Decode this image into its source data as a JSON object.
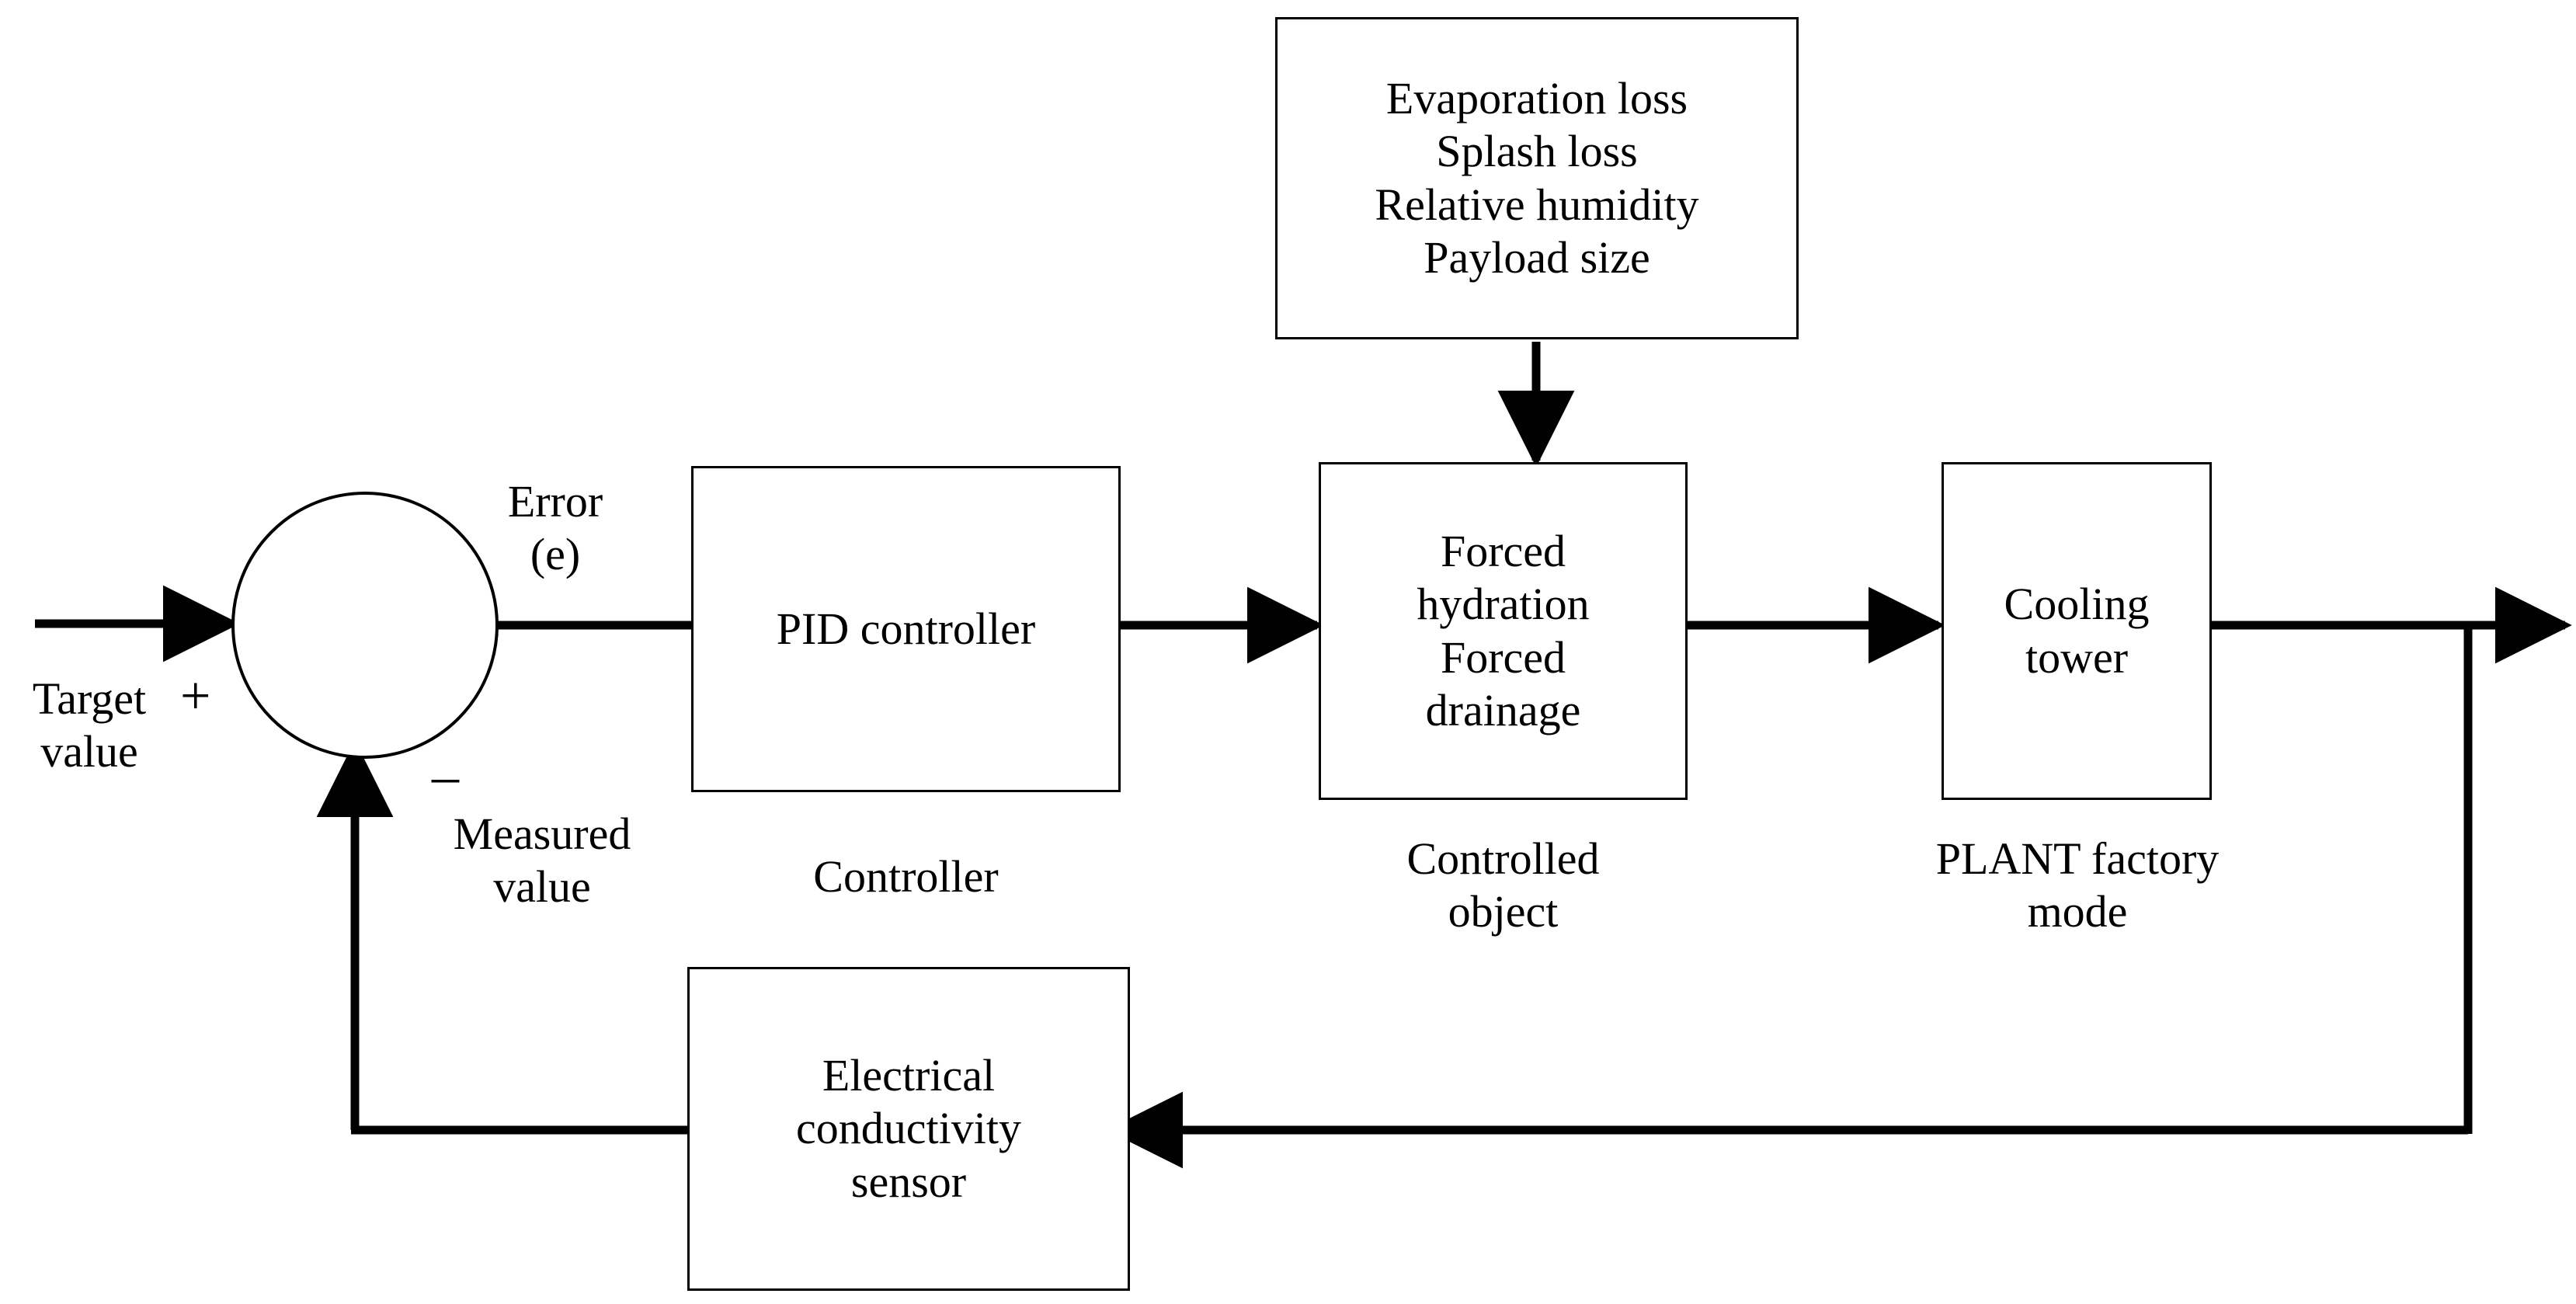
{
  "diagram": {
    "title": "PID closed-loop control block diagram for cooling tower water conductivity",
    "stroke_color": "#000000",
    "background_color": "#ffffff"
  },
  "blocks": {
    "disturbances": {
      "label": "Evaporation loss\nSplash loss\nRelative humidity\nPayload size",
      "lines": [
        "Evaporation loss",
        "Splash loss",
        "Relative humidity",
        "Payload size"
      ]
    },
    "controller": {
      "label": "PID controller",
      "caption": "Controller"
    },
    "controlled_object": {
      "label": "Forced\nhydration\nForced\ndrainage",
      "lines": [
        "Forced",
        "hydration",
        "Forced",
        "drainage"
      ],
      "caption": "Controlled\nobject"
    },
    "plant": {
      "label": "Cooling tower",
      "caption": "PLANT factory\nmode"
    },
    "sensor": {
      "label": "Electrical\nconductivity\nsensor",
      "lines": [
        "Electrical",
        "conductivity",
        "sensor"
      ]
    }
  },
  "signals": {
    "target": "Target\nvalue",
    "plus_sign": "+",
    "minus_sign": "–",
    "error": "Error\n(e)",
    "measured": "Measured\nvalue"
  },
  "junction": {
    "name": "summing-junction",
    "shape": "circle"
  }
}
